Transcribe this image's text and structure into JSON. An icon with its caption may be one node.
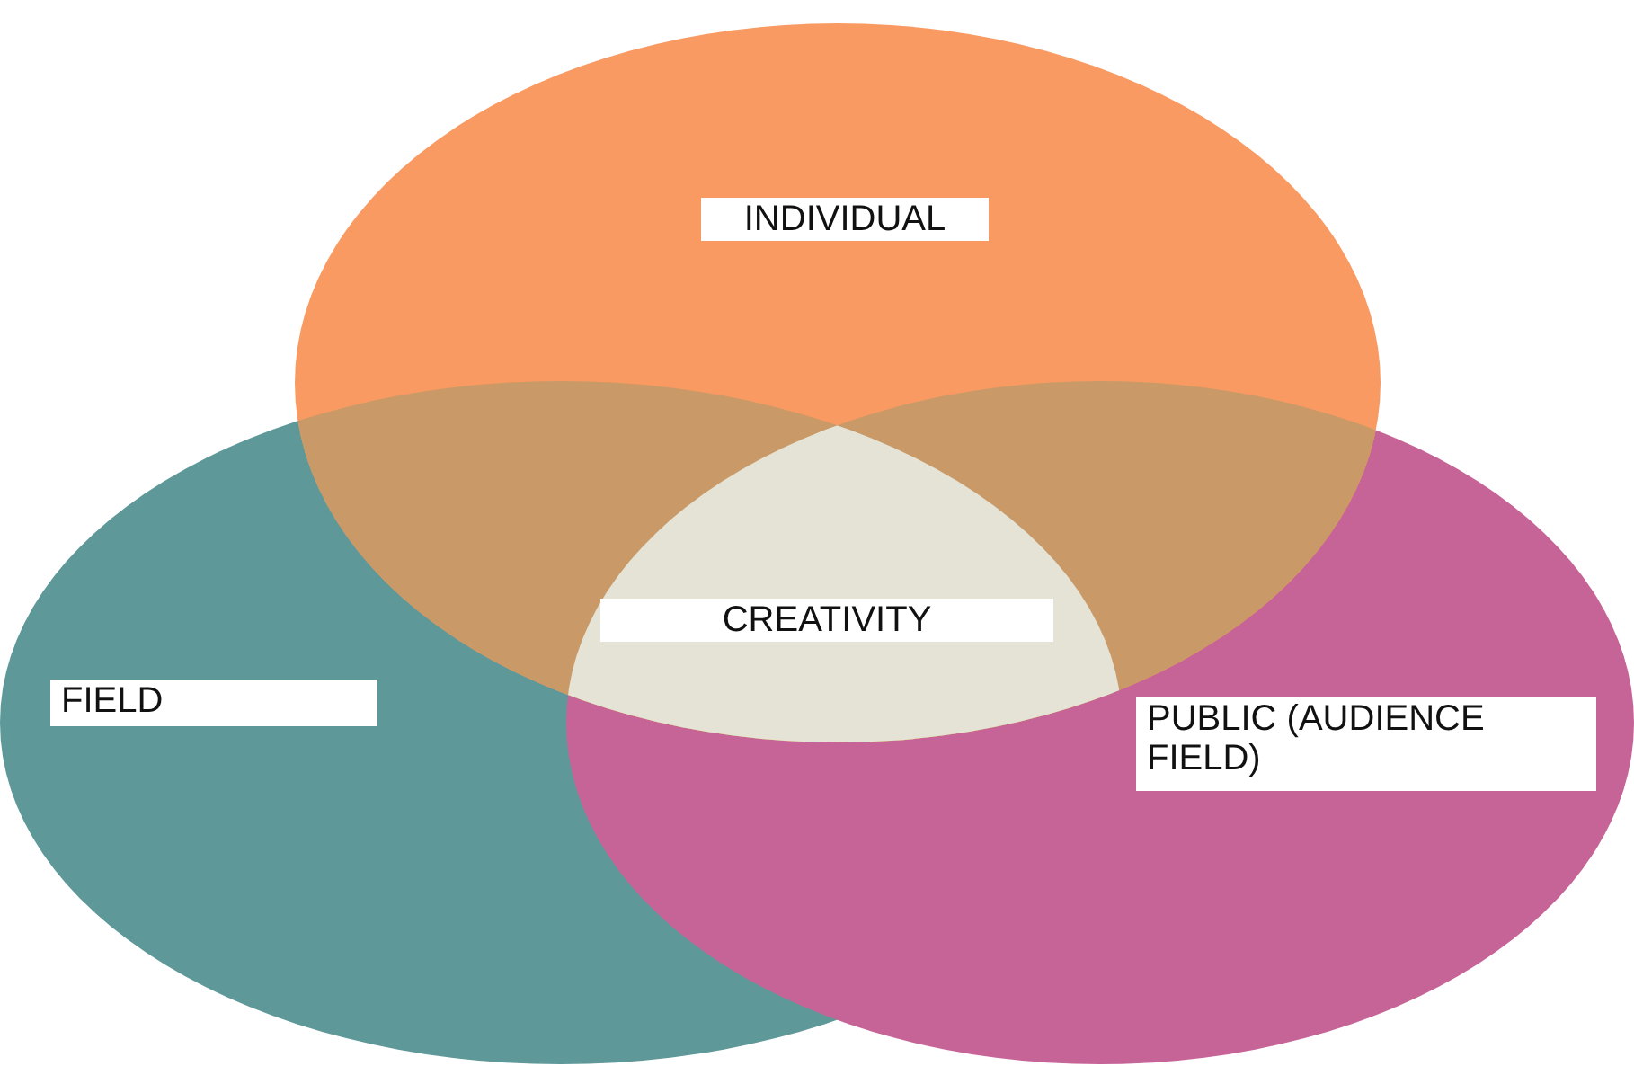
{
  "diagram": {
    "nodes": [
      {
        "text": [
          "INDIVIDUAL"
        ]
      },
      {
        "text": [
          "FIELD"
        ]
      },
      {
        "text": [
          "PUBLIC (AUDIENCE FIELD)"
        ]
      },
      {
        "text": [
          "CREATIVITY"
        ]
      }
    ]
  }
}
